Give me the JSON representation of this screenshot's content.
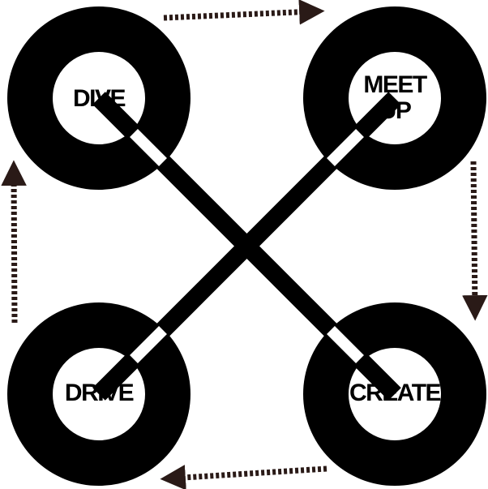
{
  "colors": {
    "ink": "#000000",
    "arrow": "#2a1a17",
    "paper": "#ffffff"
  },
  "nodes": {
    "dive": {
      "label": "DIVE"
    },
    "meet_up": {
      "line1": "MEET",
      "line2": "UP"
    },
    "drive": {
      "label": "DRIVE"
    },
    "create": {
      "label": "CREATE"
    }
  },
  "cycle": [
    "DIVE",
    "MEET UP",
    "CREATE",
    "DRIVE"
  ]
}
